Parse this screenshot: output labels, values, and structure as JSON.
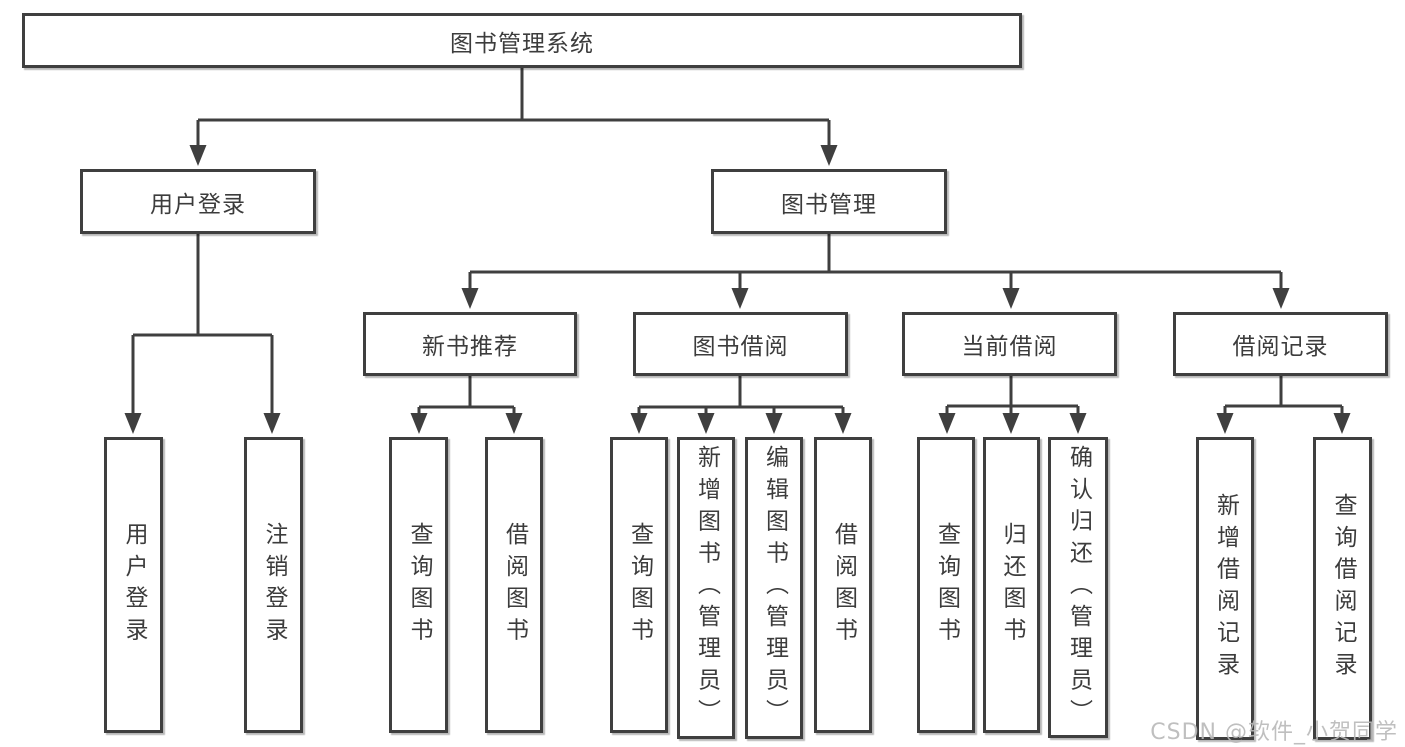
{
  "diagram": {
    "root": {
      "label": "图书管理系统"
    },
    "branches": [
      {
        "label": "用户登录",
        "children": [
          "用户登录",
          "注销登录"
        ]
      },
      {
        "label": "图书管理",
        "groups": [
          {
            "label": "新书推荐",
            "children": [
              "查询图书",
              "借阅图书"
            ]
          },
          {
            "label": "图书借阅",
            "children": [
              "查询图书",
              "新增图书（管理员）",
              "编辑图书（管理员）",
              "借阅图书"
            ]
          },
          {
            "label": "当前借阅",
            "children": [
              "查询图书",
              "归还图书",
              "确认归还（管理员）"
            ]
          },
          {
            "label": "借阅记录",
            "children": [
              "新增借阅记录",
              "查询借阅记录"
            ]
          }
        ]
      }
    ],
    "watermark": "CSDN @软件_小贺同学"
  },
  "appearance": {
    "line_color": "#3f3f3f",
    "text_color": "#3c3c3c",
    "watermark_color": "#b9b9b9",
    "background": "#ffffff"
  }
}
